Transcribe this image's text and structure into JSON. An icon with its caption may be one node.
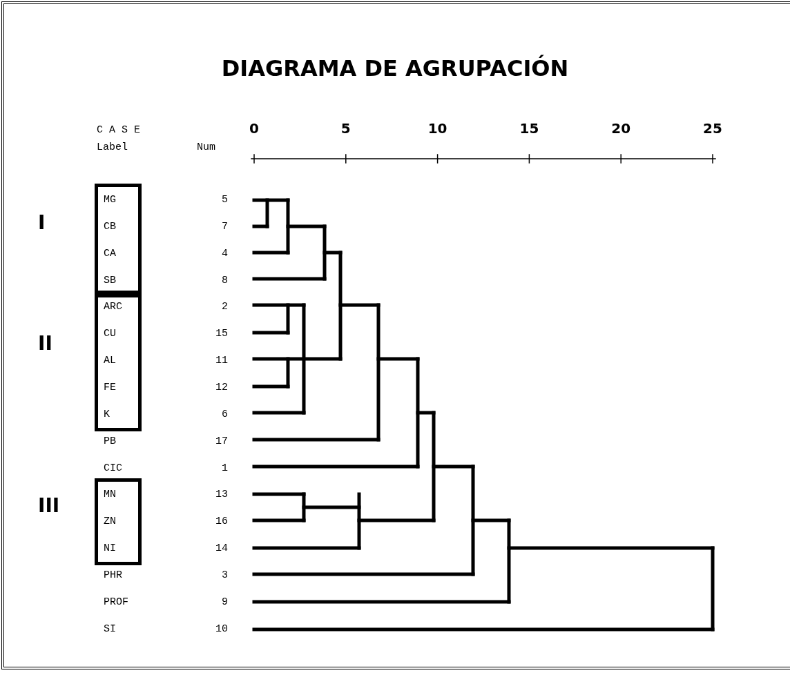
{
  "diagram": {
    "title": "DIAGRAMA DE AGRUPACIÓN",
    "nodes": [
      {
        "text": [
          "MG",
          "CB",
          "CA",
          "SB"
        ],
        "beside": [
          "I"
        ]
      },
      {
        "text": [
          "ARC",
          "CU",
          "AL",
          "FE",
          "K"
        ],
        "beside": [
          "II"
        ]
      },
      {
        "text": [
          "MN",
          "ZN",
          "NI"
        ],
        "beside": [
          "III"
        ]
      }
    ],
    "labels": [
      "C A S E",
      "Label",
      "Num",
      "0",
      "5",
      "10",
      "15",
      "20",
      "25",
      "5",
      "7",
      "4",
      "8",
      "2",
      "15",
      "11",
      "12",
      "6",
      "PB",
      "17",
      "CIC",
      "1",
      "13",
      "16",
      "14",
      "PHR",
      "3",
      "PROF",
      "9",
      "SI",
      "10"
    ]
  }
}
